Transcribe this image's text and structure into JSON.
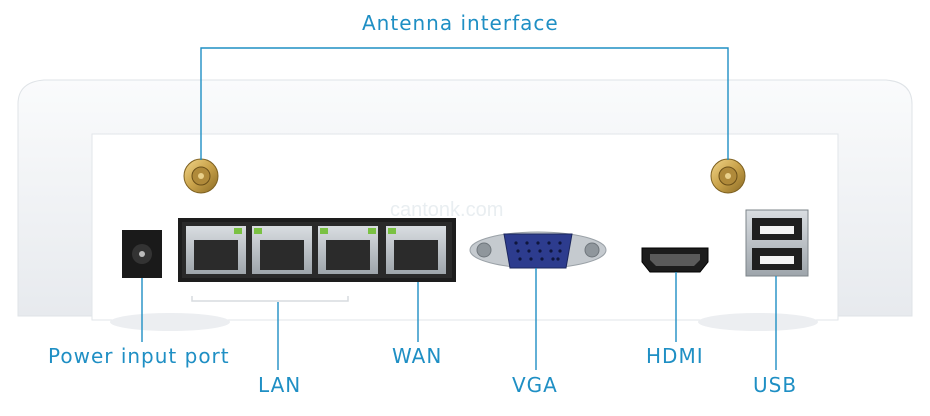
{
  "labels": {
    "antenna": "Antenna interface",
    "power": "Power input port",
    "lan": "LAN",
    "wan": "WAN",
    "vga": "VGA",
    "hdmi": "HDMI",
    "usb": "USB"
  },
  "watermark": "cantonk.com",
  "colors": {
    "callout": "#1f8fc4",
    "device_body": "#f2f4f6",
    "back_panel": "#ffffff",
    "connector_gold": "#c9a24a",
    "vga_blue": "#2d3c8e",
    "led_green": "#7ac143"
  },
  "icons": [
    "antenna-connector-icon",
    "power-jack-icon",
    "rj45-port-icon",
    "vga-port-icon",
    "hdmi-port-icon",
    "usb-port-icon"
  ]
}
